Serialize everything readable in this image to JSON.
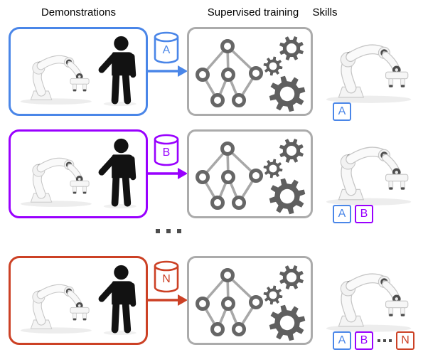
{
  "title_row": {
    "demonstrations": "Demonstrations",
    "supervised_training": "Supervised training",
    "skills": "Skills"
  },
  "colors": {
    "blue": "#4a86e8",
    "purple": "#9900ff",
    "red": "#cc4125",
    "box_gray": "#ababab",
    "dark_gray": "#4d4d4d",
    "node_gray": "#666666",
    "edge_gray": "#a8a8a8",
    "gear_gray": "#5f5f5f"
  },
  "rows": [
    {
      "dataset_label": "A",
      "color": "blue",
      "skills": [
        {
          "label": "A",
          "color": "blue"
        }
      ]
    },
    {
      "dataset_label": "B",
      "color": "purple",
      "skills": [
        {
          "label": "A",
          "color": "blue"
        },
        {
          "label": "B",
          "color": "purple"
        }
      ]
    },
    {
      "dataset_label": "N",
      "color": "red",
      "skills": [
        {
          "label": "A",
          "color": "blue"
        },
        {
          "label": "B",
          "color": "purple"
        },
        {
          "label": "N",
          "color": "red"
        }
      ]
    }
  ],
  "row_ellipsis": "...",
  "skills_ellipsis": "..."
}
